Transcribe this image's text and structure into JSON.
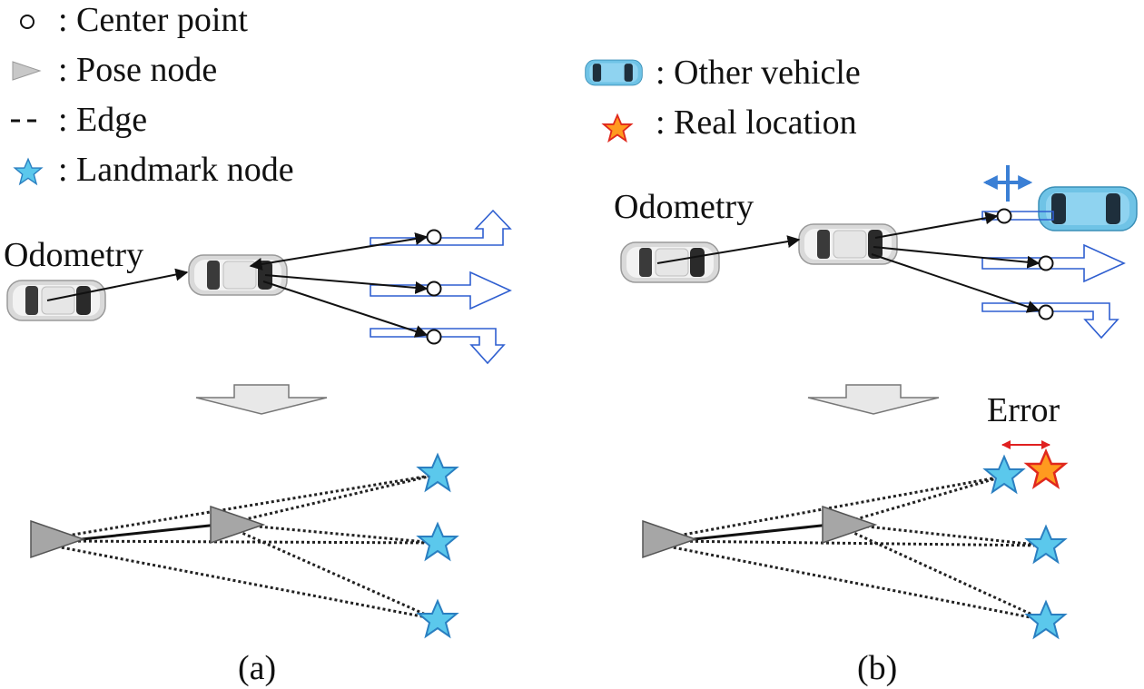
{
  "legend": {
    "center_point": ": Center point",
    "pose_node": ": Pose node",
    "edge": ": Edge",
    "landmark_node": ": Landmark node",
    "other_vehicle": ": Other vehicle",
    "real_location": ": Real location"
  },
  "panel_a": {
    "odometry_label": "Odometry",
    "caption": "(a)"
  },
  "panel_b": {
    "odometry_label": "Odometry",
    "error_label": "Error",
    "caption": "(b)"
  },
  "icons": {
    "center_point": "circle-outline",
    "pose_node": "gray-triangle",
    "edge": "dashed-line",
    "landmark_node": "blue-star",
    "other_vehicle": "blue-car",
    "real_location": "orange-star",
    "ego_vehicle": "white-car",
    "lane_arrow": "blue-outline-arrow",
    "transition_arrow": "gray-down-arrow",
    "position_uncertainty": "blue-cross-arrows",
    "error_span": "red-double-arrow"
  },
  "colors": {
    "landmark_fill": "#5bc8ec",
    "landmark_stroke": "#2a7fc1",
    "real_location_fill": "#ff9a1f",
    "real_location_stroke": "#e0281d",
    "pose_fill": "#a6a6a6",
    "lane_arrow": "#2f5fd0",
    "error_arrow": "#e02020",
    "uncertainty_arrow": "#3a7fd5",
    "other_vehicle_body": "#6fc3e6"
  }
}
